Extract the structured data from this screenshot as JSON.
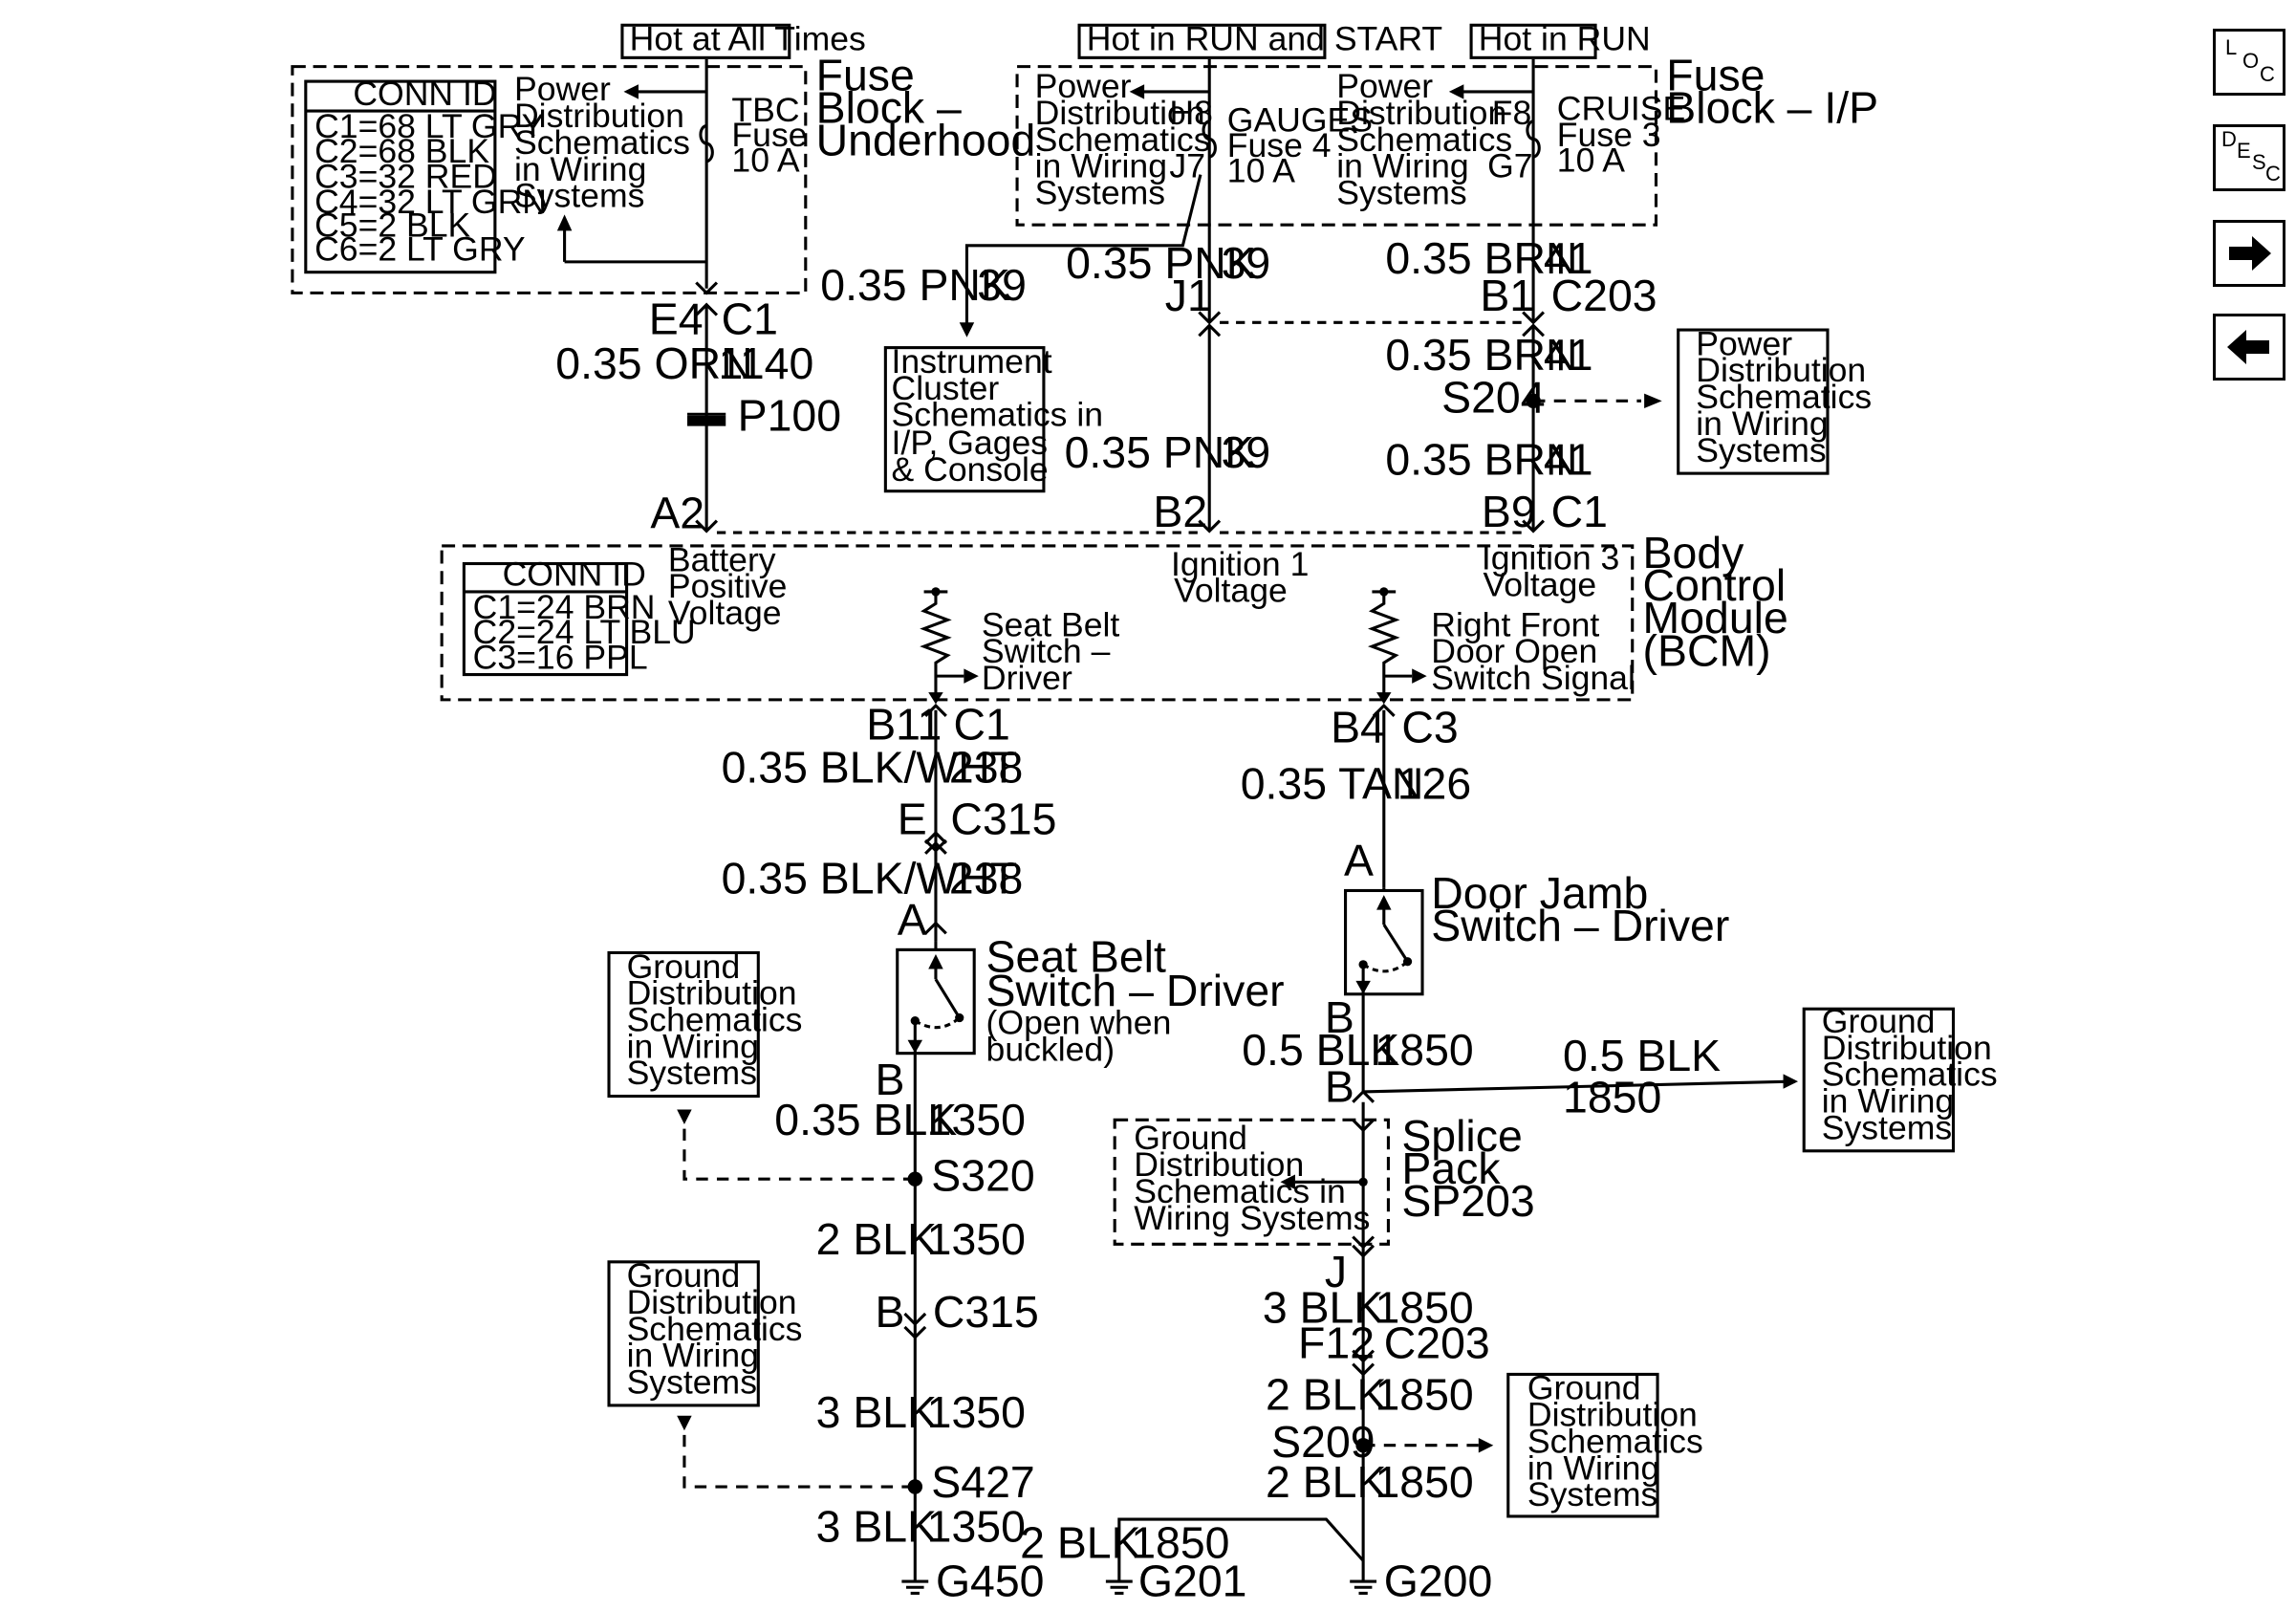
{
  "supply_labels": {
    "hot_all_times": "Hot at All Times",
    "hot_run_start": "Hot in RUN and START",
    "hot_run": "Hot in RUN"
  },
  "underhood_block": {
    "title": [
      "Fuse",
      "Block –",
      "Underhood"
    ],
    "conn_id": {
      "header": "CONN ID",
      "rows": [
        "C1=68 LT GRY",
        "C2=68 BLK",
        "C3=32 RED",
        "C4=32 LT GRN",
        "C5=2 BLK",
        "C6=2 LT GRY"
      ]
    },
    "power_ref": [
      "Power",
      "Distribution",
      "Schematics",
      "in Wiring",
      "Systems"
    ],
    "fuse": [
      "TBC",
      "Fuse",
      "10 A"
    ],
    "connector": [
      "E4",
      "C1"
    ]
  },
  "ip_block": {
    "title": [
      "Fuse",
      "Block – I/P"
    ],
    "power_ref_left": [
      "Power",
      "Distribution",
      "Schematics",
      "in Wiring",
      "Systems"
    ],
    "power_ref_right": [
      "Power",
      "Distribution",
      "Schematics",
      "in Wiring",
      "Systems"
    ],
    "gauges_fuse": {
      "pin_in": "H8",
      "pin_out": "J7",
      "label": [
        "GAUGES",
        "Fuse 4",
        "10 A"
      ]
    },
    "cruise_fuse": {
      "pin_in": "F8",
      "pin_out": "G7",
      "label": [
        "CRUISE",
        "Fuse 3",
        "10 A"
      ]
    }
  },
  "wires": {
    "orn_1140": {
      "size_color": "0.35 ORN",
      "circuit": "1140"
    },
    "pnk_39_a": {
      "size_color": "0.35 PNK",
      "circuit": "39"
    },
    "pnk_39_b": {
      "size_color": "0.35 PNK",
      "circuit": "39"
    },
    "pnk_39_c": {
      "size_color": "0.35 PNK",
      "circuit": "39"
    },
    "brn_41_a": {
      "size_color": "0.35 BRN",
      "circuit": "41"
    },
    "brn_41_b": {
      "size_color": "0.35 BRN",
      "circuit": "41"
    },
    "brn_41_c": {
      "size_color": "0.35 BRN",
      "circuit": "41"
    },
    "blkwht_238_a": {
      "size_color": "0.35 BLK/WHT",
      "circuit": "238"
    },
    "blkwht_238_b": {
      "size_color": "0.35 BLK/WHT",
      "circuit": "238"
    },
    "tan_126": {
      "size_color": "0.35 TAN",
      "circuit": "126"
    },
    "blk_1350_a": {
      "size_color": "0.35 BLK",
      "circuit": "1350"
    },
    "blk_1350_b": {
      "size_color": "2 BLK",
      "circuit": "1350"
    },
    "blk_1350_c": {
      "size_color": "3 BLK",
      "circuit": "1350"
    },
    "blk_1350_d": {
      "size_color": "3 BLK",
      "circuit": "1350"
    },
    "blk_1850_a": {
      "size_color": "0.5 BLK",
      "circuit": "1850"
    },
    "blk_1850_side": {
      "size_color": "0.5 BLK",
      "circuit": "1850"
    },
    "blk_1850_b": {
      "size_color": "3 BLK",
      "circuit": "1850"
    },
    "blk_1850_c": {
      "size_color": "2 BLK",
      "circuit": "1850"
    },
    "blk_1850_d": {
      "size_color": "2 BLK",
      "circuit": "1850"
    },
    "blk_1850_e": {
      "size_color": "2 BLK",
      "circuit": "1850"
    }
  },
  "connectors": {
    "j1": "J1",
    "b1_c203": [
      "B1",
      "C203"
    ],
    "s204": "S204",
    "p100": "P100",
    "a2": "A2",
    "b2": "B2",
    "b9_c1": [
      "B9",
      "C1"
    ],
    "b11_c1": [
      "B11",
      "C1"
    ],
    "b4_c3": [
      "B4",
      "C3"
    ],
    "e_c315": [
      "E",
      "C315"
    ],
    "pin_a_left": "A",
    "pin_a_right": "A",
    "pin_b_left": "B",
    "pin_b_right": "B",
    "pin_b_splice": "B",
    "s320": "S320",
    "b_c315": [
      "B",
      "C315"
    ],
    "s427": "S427",
    "pin_j": "J",
    "f12_c203": [
      "F12",
      "C203"
    ],
    "s209": "S209"
  },
  "instrument_cluster_ref": [
    "Instrument",
    "Cluster",
    "Schematics in",
    "I/P, Gages",
    "& Console"
  ],
  "power_ref_s204": [
    "Power",
    "Distribution",
    "Schematics",
    "in Wiring",
    "Systems"
  ],
  "bcm": {
    "title": [
      "Body",
      "Control",
      "Module",
      "(BCM)"
    ],
    "conn_id": {
      "header": "CONN ID",
      "rows": [
        "C1=24 BRN",
        "C2=24 LT BLU",
        "C3=16 PPL"
      ]
    },
    "battery_positive": [
      "Battery",
      "Positive",
      "Voltage"
    ],
    "ignition1": [
      "Ignition 1",
      "Voltage"
    ],
    "ignition3": [
      "Ignition 3",
      "Voltage"
    ],
    "seat_belt_input": [
      "Seat Belt",
      "Switch –",
      "Driver"
    ],
    "door_input": [
      "Right Front",
      "Door Open",
      "Switch Signal"
    ]
  },
  "seat_belt_switch": {
    "title": [
      "Seat Belt",
      "Switch – Driver"
    ],
    "note": [
      "(Open when",
      "buckled)"
    ]
  },
  "door_jamb_switch": {
    "title": [
      "Door Jamb",
      "Switch – Driver"
    ]
  },
  "splice_pack": {
    "title": [
      "Splice",
      "Pack",
      "SP203"
    ],
    "ground_ref": [
      "Ground",
      "Distribution",
      "Schematics in",
      "Wiring Systems"
    ]
  },
  "ground_refs": {
    "s320": [
      "Ground",
      "Distribution",
      "Schematics",
      "in Wiring",
      "Systems"
    ],
    "s427": [
      "Ground",
      "Distribution",
      "Schematics",
      "in Wiring",
      "Systems"
    ],
    "door_side": [
      "Ground",
      "Distribution",
      "Schematics",
      "in Wiring",
      "Systems"
    ],
    "s209": [
      "Ground",
      "Distribution",
      "Schematics",
      "in Wiring",
      "Systems"
    ]
  },
  "grounds": {
    "g450": "G450",
    "g201": "G201",
    "g200": "G200"
  },
  "nav": {
    "loc": [
      "L",
      "O",
      "C"
    ],
    "desc": [
      "D",
      "E",
      "S",
      "C"
    ],
    "next_icon": "arrow-right-icon",
    "prev_icon": "arrow-left-icon"
  }
}
